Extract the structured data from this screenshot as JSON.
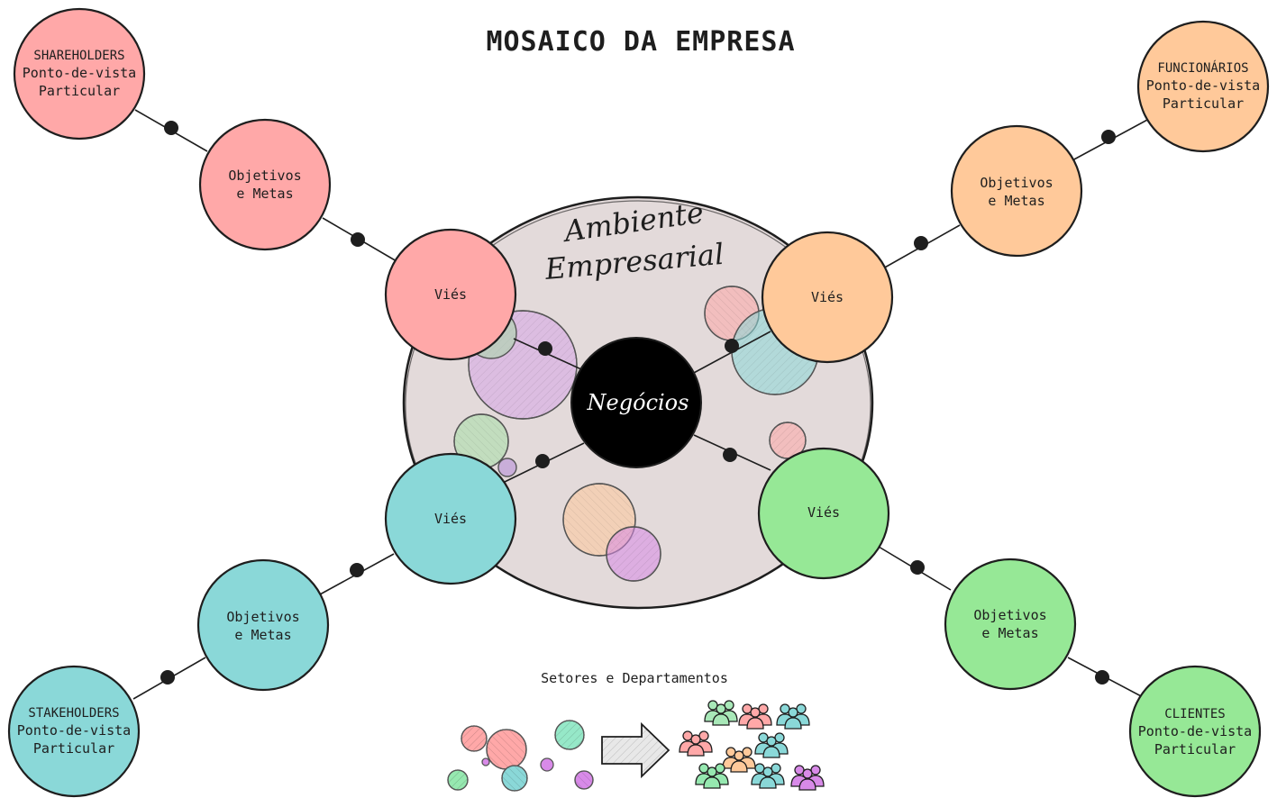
{
  "title": "MOSAICO DA EMPRESA",
  "environment": {
    "line1": "Ambiente",
    "line2": "Empresarial"
  },
  "core": "Negócios",
  "colors": {
    "shareholders": "#ffa8a8",
    "funcionarios": "#ffc99a",
    "stakeholders": "#8ad8d8",
    "clientes": "#96e896",
    "environment": "#e3dada",
    "core": "#000000",
    "outline": "#1e1e1e"
  },
  "groups": {
    "shareholders": {
      "name": "SHAREHOLDERS",
      "view1": "Ponto-de-vista",
      "view2": "Particular",
      "goals1": "Objetivos",
      "goals2": "e Metas",
      "bias": "Viés"
    },
    "funcionarios": {
      "name": "FUNCIONÁRIOS",
      "view1": "Ponto-de-vista",
      "view2": "Particular",
      "goals1": "Objetivos",
      "goals2": "e Metas",
      "bias": "Viés"
    },
    "stakeholders": {
      "name": "STAKEHOLDERS",
      "view1": "Ponto-de-vista",
      "view2": "Particular",
      "goals1": "Objetivos",
      "goals2": "e Metas",
      "bias": "Viés"
    },
    "clientes": {
      "name": "CLIENTES",
      "view1": "Ponto-de-vista",
      "view2": "Particular",
      "goals1": "Objetivos",
      "goals2": "e Metas",
      "bias": "Viés"
    }
  },
  "sectors_label": "Setores e Departamentos",
  "icons": {
    "arrow": "right-arrow-icon",
    "people": "people-group-icon"
  }
}
